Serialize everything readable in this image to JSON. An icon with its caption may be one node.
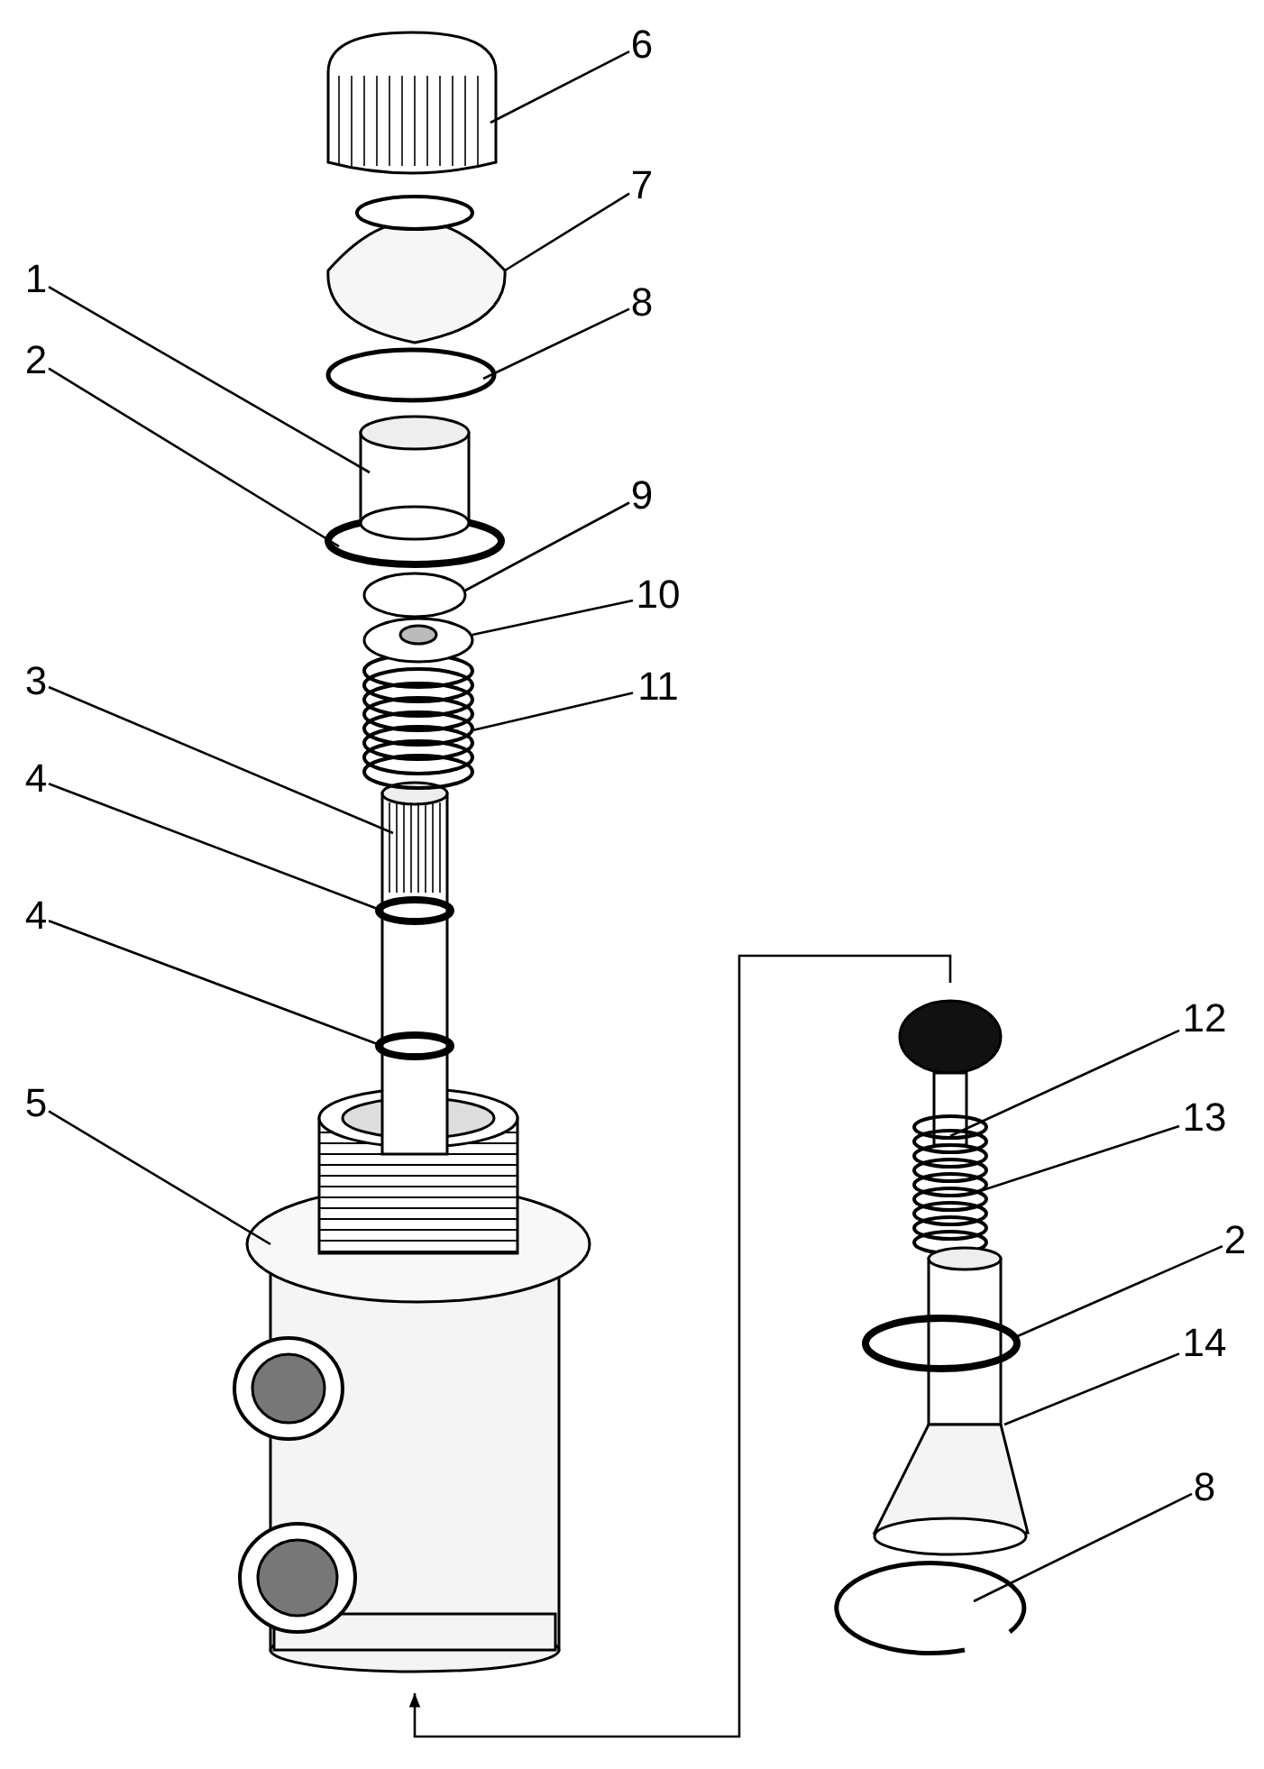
{
  "diagram": {
    "nodes": [
      {
        "text": [
          "6"
        ]
      },
      {
        "text": [
          "7"
        ]
      },
      {
        "text": [
          "1"
        ]
      },
      {
        "text": [
          "8"
        ]
      },
      {
        "text": [
          "2"
        ]
      },
      {
        "text": [
          "9"
        ]
      },
      {
        "text": [
          "10"
        ]
      },
      {
        "text": [
          "3"
        ]
      },
      {
        "text": [
          "11"
        ]
      },
      {
        "text": [
          "4"
        ]
      },
      {
        "text": [
          "4"
        ]
      },
      {
        "text": [
          "12"
        ]
      },
      {
        "text": [
          "5"
        ]
      },
      {
        "text": [
          "13"
        ]
      },
      {
        "text": [
          "2"
        ]
      },
      {
        "text": [
          "14"
        ]
      },
      {
        "text": [
          "8"
        ]
      },
      {
        "text": [],
        "shape": "picture"
      },
      {
        "text": [],
        "shape": "picture"
      }
    ],
    "edges": [
      {
        "from": 0,
        "to": 17,
        "arrow": "none"
      },
      {
        "from": 1,
        "to": 17,
        "arrow": "none"
      },
      {
        "from": 2,
        "to": 17,
        "arrow": "none"
      },
      {
        "from": 3,
        "to": 17,
        "arrow": "none"
      },
      {
        "from": 4,
        "to": 17,
        "arrow": "none"
      },
      {
        "from": 5,
        "to": 17,
        "arrow": "none"
      },
      {
        "from": 6,
        "to": 17,
        "arrow": "none"
      },
      {
        "from": 7,
        "to": 17,
        "arrow": "none"
      },
      {
        "from": 8,
        "to": 17,
        "arrow": "none"
      },
      {
        "from": 9,
        "to": 17,
        "arrow": "none"
      },
      {
        "from": 10,
        "to": 17,
        "arrow": "none"
      },
      {
        "from": 11,
        "to": 18,
        "arrow": "none"
      },
      {
        "from": 12,
        "to": 17,
        "arrow": "none"
      },
      {
        "from": 13,
        "to": 18,
        "arrow": "none"
      },
      {
        "from": 14,
        "to": 18,
        "arrow": "none"
      },
      {
        "from": 15,
        "to": 18,
        "arrow": "none"
      },
      {
        "from": 16,
        "to": 18,
        "arrow": "none"
      },
      {
        "from": 18,
        "to": 17,
        "arrow": "to"
      }
    ]
  }
}
